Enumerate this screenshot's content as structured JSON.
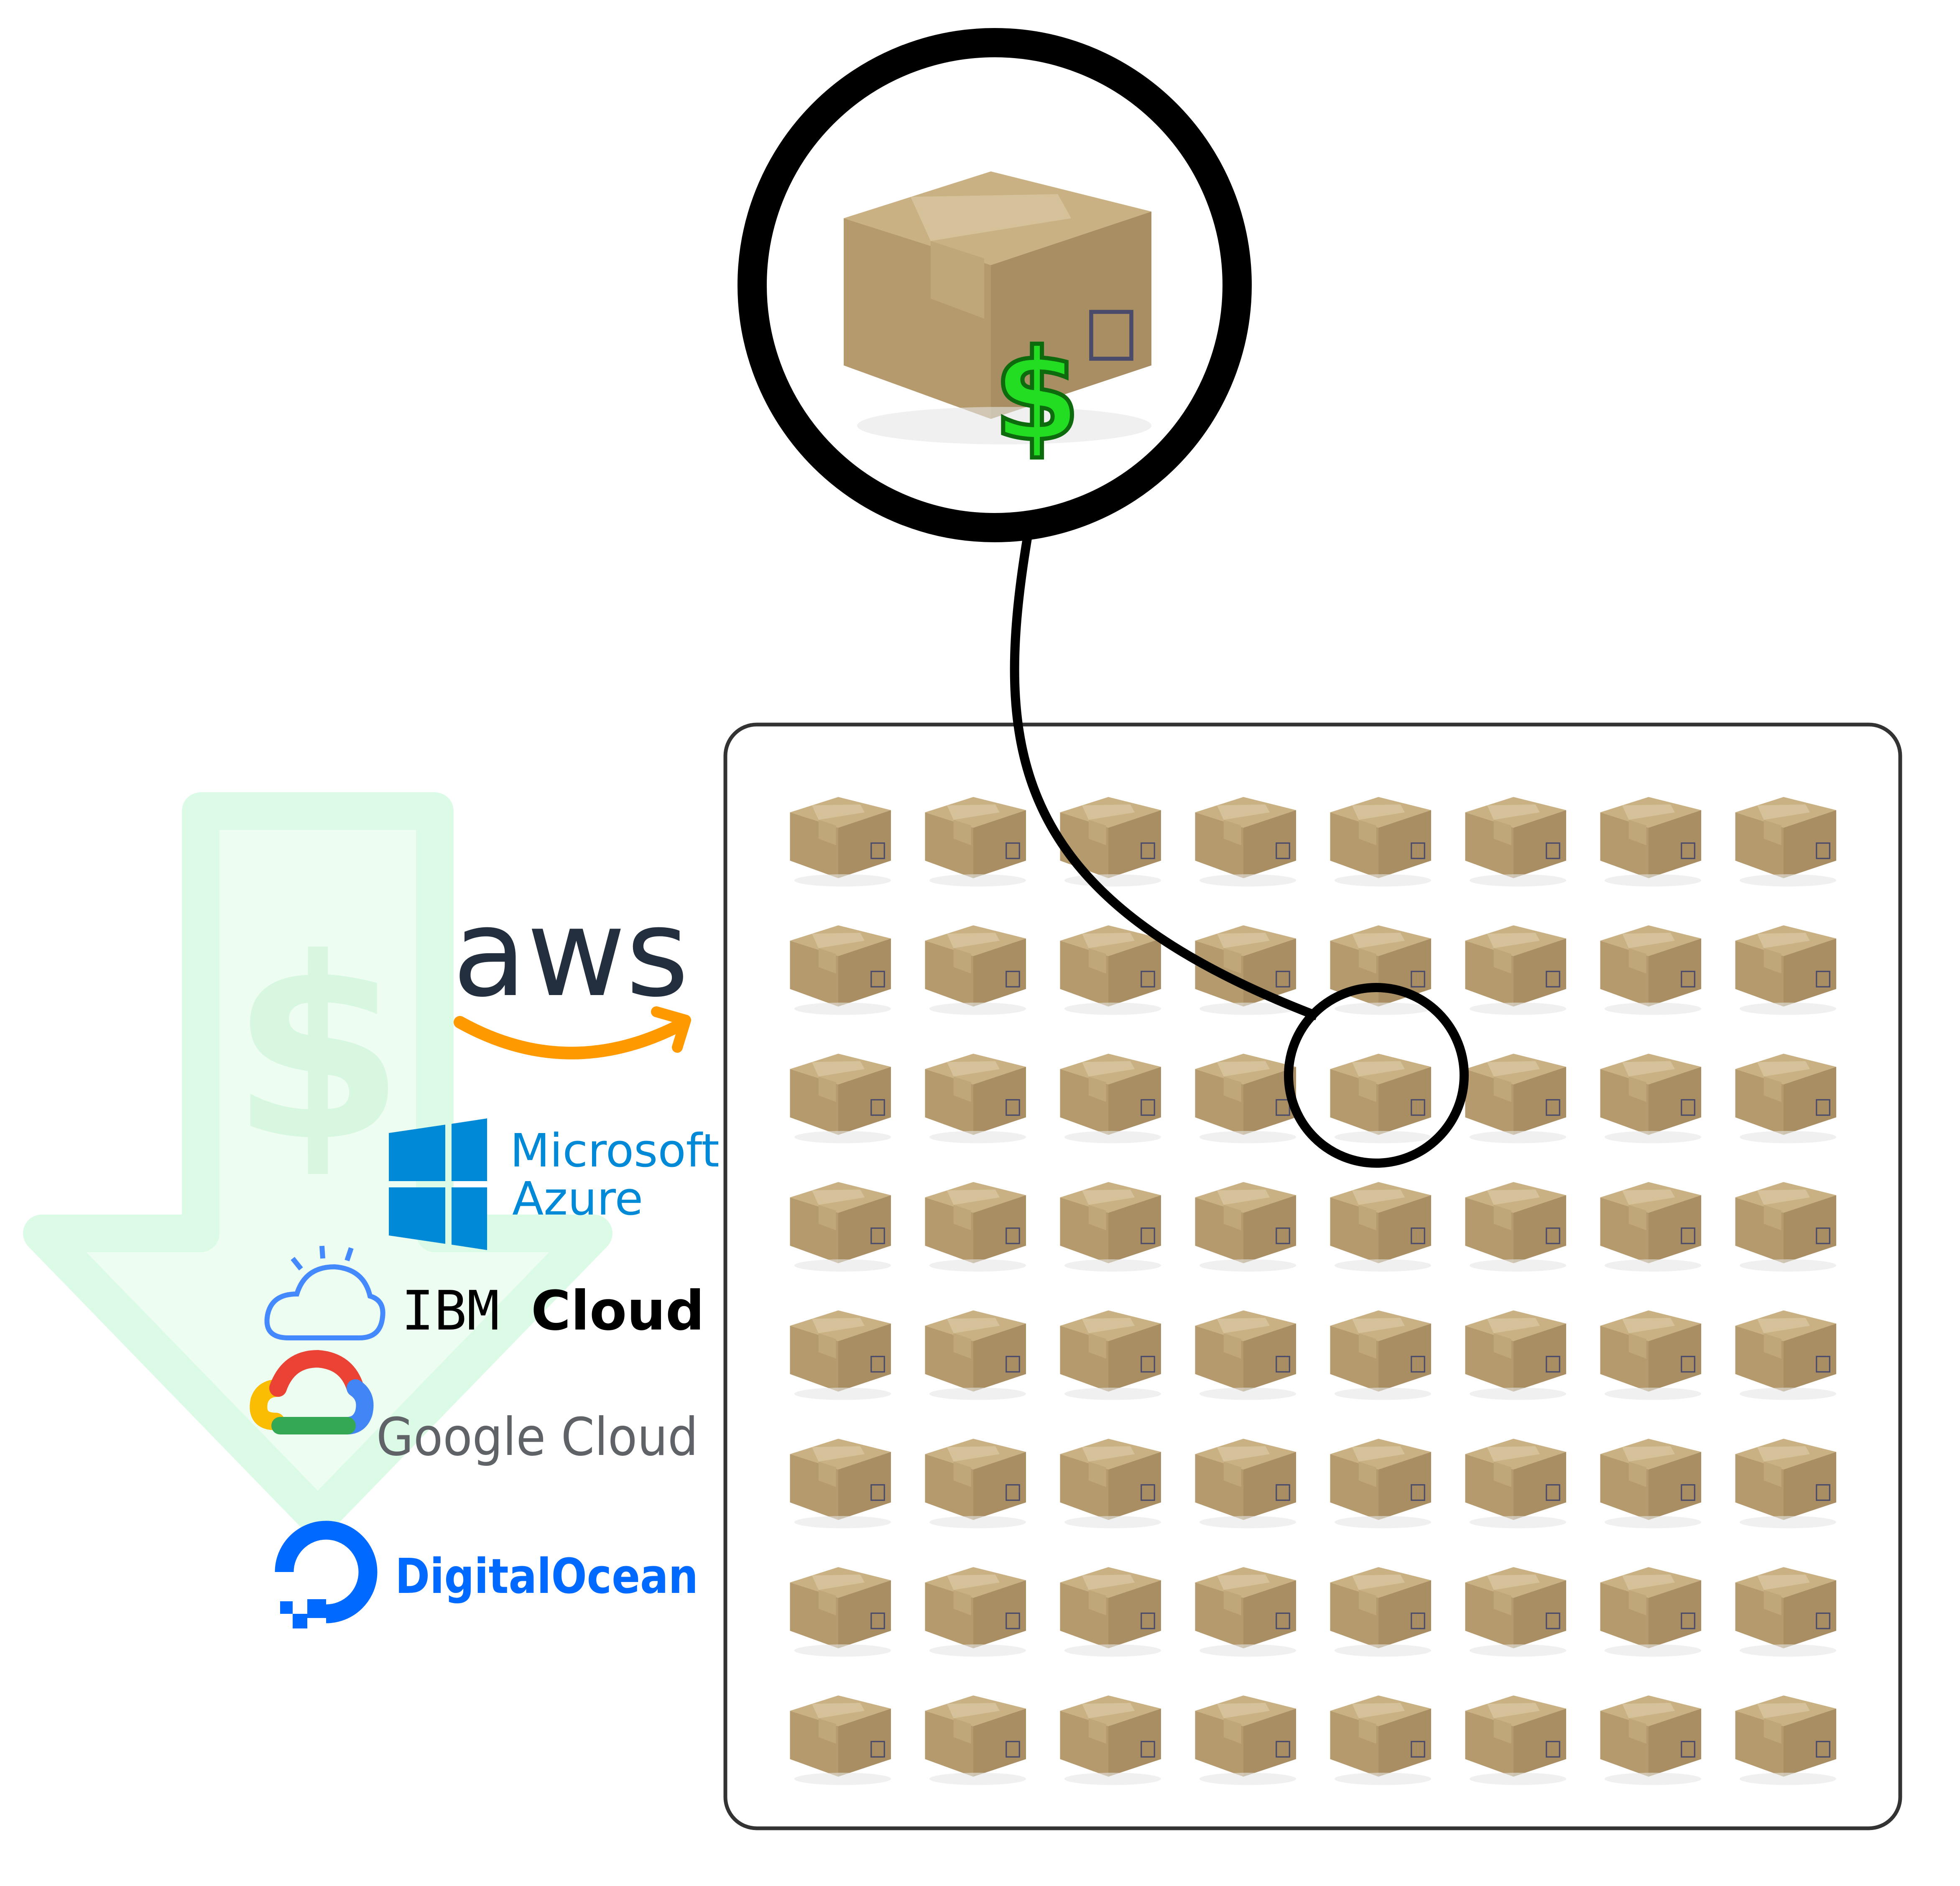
{
  "colors": {
    "box_light": "#c9b184",
    "box_mid": "#b49a6c",
    "box_dark": "#9a8057",
    "tape": "#d6c29a",
    "dollar_green": "#22dd22",
    "dollar_green_stroke": "#0d6b0d",
    "arrow_green_fill": "#edfdf1",
    "arrow_green_stroke": "#dcfbe6",
    "arrow_dollar": "#d8f7e0",
    "aws_text": "#232f3e",
    "aws_smile": "#ff9900",
    "azure_blue": "#0089d6",
    "ibm_blue": "#4589ff",
    "google_gray": "#5f6368",
    "do_blue": "#0069ff"
  },
  "icons": {
    "featured_box": "cardboard-box-icon",
    "featured_dollar": "dollar-sign-icon",
    "cost_arrow": "down-arrow-icon"
  },
  "grid": {
    "rows": 8,
    "cols": 8,
    "highlight": {
      "row": 2,
      "col": 4
    }
  },
  "providers": [
    {
      "id": "aws",
      "name": "aws"
    },
    {
      "id": "azure",
      "line1": "Microsoft",
      "line2": "Azure"
    },
    {
      "id": "ibm",
      "name_regular": "IBM",
      "name_bold": "Cloud"
    },
    {
      "id": "google",
      "name": "Google Cloud"
    },
    {
      "id": "digitalocean",
      "name": "DigitalOcean"
    }
  ],
  "dollar_symbol": "$"
}
